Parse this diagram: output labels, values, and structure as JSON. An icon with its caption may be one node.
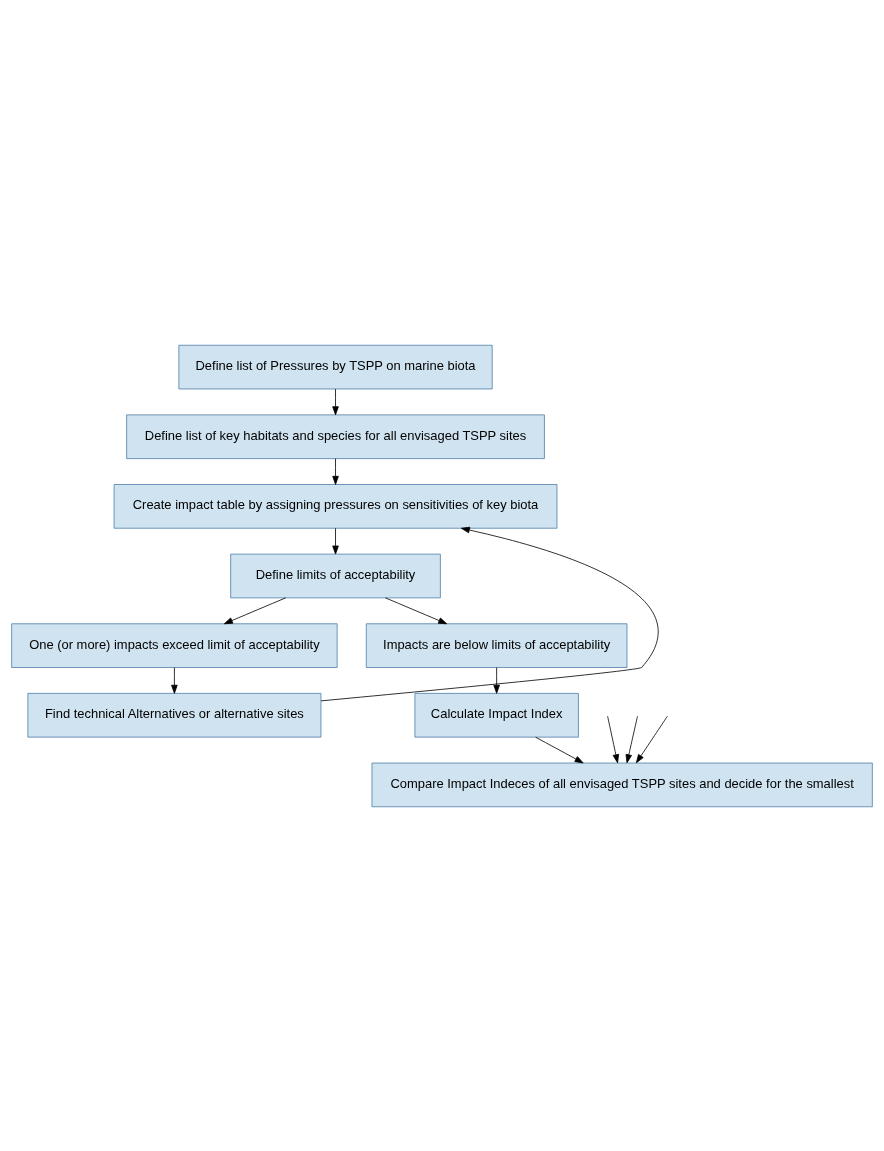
{
  "diagram": {
    "nodes": [
      {
        "text": [
          "Define list of Pressures by TSPP on marine biota"
        ]
      },
      {
        "text": [
          "Define list of key habitats and species for all envisaged TSPP sites"
        ]
      },
      {
        "text": [
          "Create impact table by assigning pressures on sensitivities of key biota"
        ]
      },
      {
        "text": [
          "Define limits of acceptability"
        ]
      },
      {
        "text": [
          "One (or more) impacts exceed limit of acceptability"
        ]
      },
      {
        "text": [
          "Impacts are below limits of acceptability"
        ]
      },
      {
        "text": [
          "Find technical Alternatives or alternative sites"
        ]
      },
      {
        "text": [
          "Calculate Impact Index"
        ]
      },
      {
        "text": [
          "Compare Impact Indeces of all envisaged TSPP sites and decide for the smallest"
        ]
      }
    ],
    "edges": [
      {
        "from": 0,
        "to": 1,
        "arrow": "to"
      },
      {
        "from": 1,
        "to": 2,
        "arrow": "to"
      },
      {
        "from": 2,
        "to": 3,
        "arrow": "to"
      },
      {
        "from": 3,
        "to": 4,
        "arrow": "to"
      },
      {
        "from": 3,
        "to": 5,
        "arrow": "to"
      },
      {
        "from": 4,
        "to": 6,
        "arrow": "to"
      },
      {
        "from": 5,
        "to": 7,
        "arrow": "to"
      },
      {
        "from": 6,
        "to": 2,
        "arrow": "to"
      },
      {
        "from": 7,
        "to": 8,
        "arrow": "to"
      },
      {
        "from": null,
        "to": 8,
        "arrow": "to"
      },
      {
        "from": null,
        "to": 8,
        "arrow": "to"
      },
      {
        "from": null,
        "to": 8,
        "arrow": "to"
      }
    ]
  }
}
